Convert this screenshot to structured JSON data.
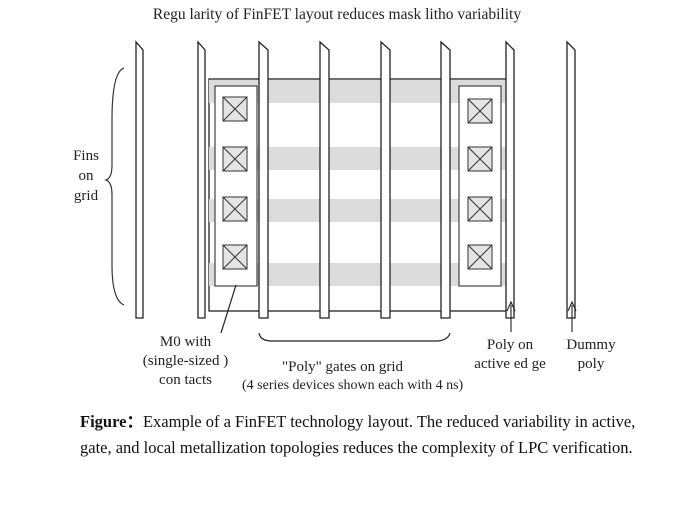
{
  "title": "Regu larity of FinFET layout reduces mask litho variability",
  "labels": {
    "fins_line1": "Fins",
    "fins_line2": "on",
    "fins_line3": "grid",
    "m0_line1": "M0 with",
    "m0_line2": "(single-sized )",
    "m0_line3": "con tacts",
    "poly_gates": "\"Poly\" gates on grid",
    "series_note": "(4 series devices shown each with 4  ns)",
    "poly_edge_line1": "Poly on",
    "poly_edge_line2": "active ed  ge",
    "dummy_line1": "Dummy",
    "dummy_line2": "poly"
  },
  "caption": {
    "lead": "Figure：",
    "text": "Example of a FinFET technology layout. The reduced variability in active, gate, and local metallization topologies reduces the complexity of LPC verification."
  },
  "colors": {
    "line": "#222222",
    "fin_fill": "#dcdcdc",
    "contact_fill": "#e4e4e4",
    "background": "#ffffff"
  }
}
